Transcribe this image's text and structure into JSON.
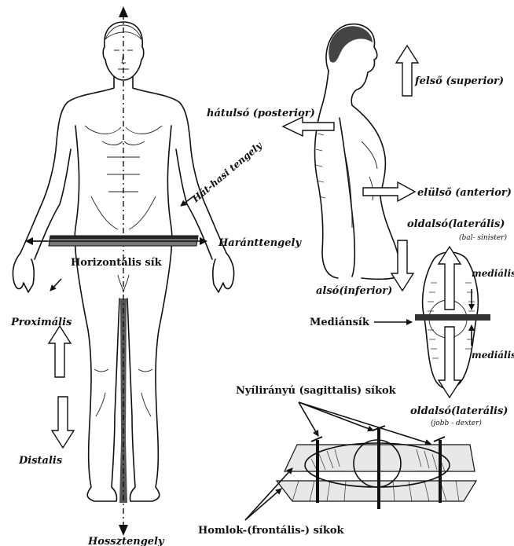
{
  "labels": {
    "felso": "felső (superior)",
    "hatulso": "hátulsó (posterior)",
    "hat_hasi_tengely": "Hát-hasi tengely",
    "elulso": "elülső (anterior)",
    "oldalso_lateralis_top": "oldalsó(laterális)",
    "bal_sinister": "(bal- sinister)",
    "haranttengely": "Haránttengely",
    "horizontalis_sik": "Horizontális sík",
    "medialis_top": "mediális",
    "also": "alsó(inferior)",
    "proximalis": "Proximális",
    "mediansik": "Mediánsík",
    "medialis_bottom": "mediális",
    "oldalso_lateralis_bottom": "oldalsó(laterális)",
    "jobb_dexter": "(jobb - dexter)",
    "nyilaranyu": "Nyílirányú (sagittalis) síkok",
    "distalis": "Distalis",
    "homlok": "Homlok-(frontális-) síkok",
    "hossztengely": "Hossztengely"
  }
}
